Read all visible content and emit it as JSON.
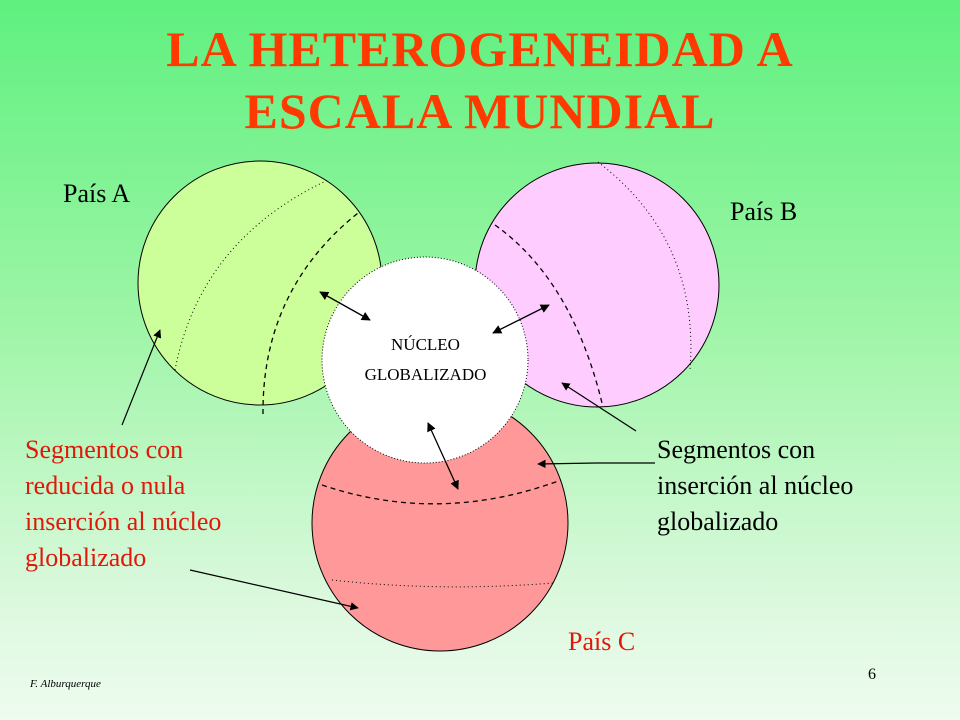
{
  "title": {
    "line1": "LA HETEROGENEIDAD A",
    "line2": "ESCALA MUNDIAL"
  },
  "countries": {
    "a": "País A",
    "b": "País B",
    "c": "País C"
  },
  "core": {
    "line1": "NÚCLEO",
    "line2": "GLOBALIZADO"
  },
  "left_note": {
    "line1": "Segmentos con",
    "line2": "reducida o nula",
    "line3": "inserción al núcleo",
    "line4": "globalizado"
  },
  "right_note": {
    "line1": "Segmentos con",
    "line2": "inserción al núcleo",
    "line3": "globalizado"
  },
  "footer": {
    "author": "F. Alburquerque",
    "page": "6"
  },
  "colors": {
    "country_a": "#ccff99",
    "country_b": "#ffccff",
    "country_c": "#ff9999",
    "core": "#ffffff",
    "title": "#ff3a00",
    "red_text": "#e1170a"
  }
}
